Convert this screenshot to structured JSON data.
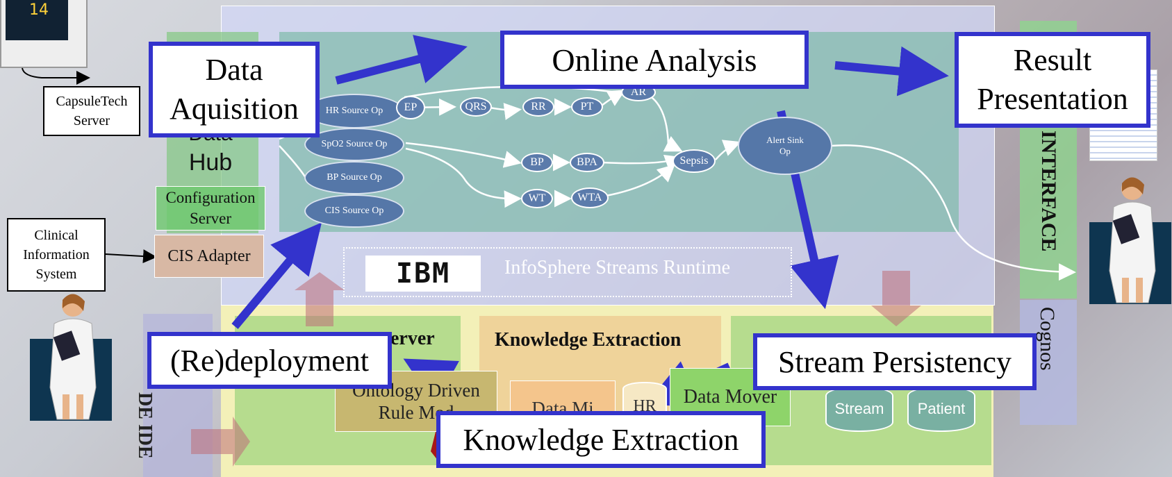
{
  "labels": {
    "data_aquisition": "Data Aquisition",
    "online_analysis": "Online Analysis",
    "result_presentation": "Result Presentation",
    "redeployment": "(Re)deployment",
    "stream_persistency": "Stream Persistency",
    "knowledge_extraction": "Knowledge Extraction"
  },
  "left": {
    "capsuletech_server": "CapsuleTech Server",
    "monitor_value": "14",
    "data_hub_partial": "Data",
    "data_hub": "Hub",
    "configuration_server": "Configuration Server",
    "clinical_information_system": "Clinical Information System",
    "cis_adapter": "CIS Adapter"
  },
  "sources": [
    "HR Source Op",
    "SpO2 Source Op",
    "BP Source Op",
    "CIS Source Op"
  ],
  "operators": {
    "ep": "EP",
    "qrs": "QRS",
    "rr": "RR",
    "pt": "PT",
    "ar": "AR",
    "bp": "BP",
    "bpa": "BPA",
    "wt": "WT",
    "wta": "WTA",
    "sepsis": "Sepsis",
    "alert_sink": "Alert Sink Op"
  },
  "runtime": {
    "ibm": "IBM",
    "infosphere": "InfoSphere Streams Runtime"
  },
  "bottom": {
    "server_partial": "erver",
    "knowledge_extraction_header": "Knowledge Extraction",
    "ontology_rule": "Ontology Driven Rule Mod",
    "data_mining_partial": "Data Mi",
    "hr_partial": "HR",
    "data_mover": "Data Mover",
    "stream_db": "Stream",
    "patient_db": "Patient",
    "ide_partial": "DE IDE"
  },
  "right": {
    "interface": "INTERFACE",
    "cognos": "Cognos"
  },
  "colors": {
    "accent": "#3333cc",
    "op_fill": "#5577a8",
    "bottom_panel": "#f3f0b0",
    "green_panel": "#b6dc8e",
    "knowledge_panel": "#efd39a"
  }
}
